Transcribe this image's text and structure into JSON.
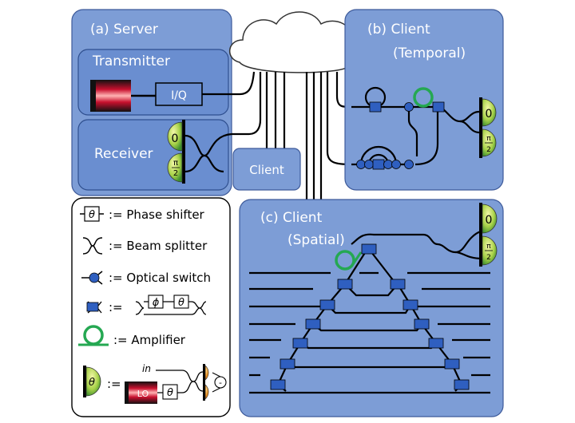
{
  "server": {
    "label": "(a) Server",
    "transmitter": {
      "label": "Transmitter",
      "iq_label": "I/Q"
    },
    "receiver": {
      "label": "Receiver",
      "det_top": "0",
      "det_bot_num": "π",
      "det_bot_den": "2"
    }
  },
  "cloud": {
    "client_box_label": "Client"
  },
  "client_b": {
    "label": "(b) Client",
    "sublabel": "(Temporal)",
    "det_top": "0",
    "det_bot_num": "π",
    "det_bot_den": "2"
  },
  "client_c": {
    "label": "(c) Client",
    "sublabel": "(Spatial)",
    "det_top": "0",
    "det_bot_num": "π",
    "det_bot_den": "2"
  },
  "legend": {
    "items": [
      {
        "symbol": "phase-shifter",
        "symbol_text": "θ",
        "text": ":= Phase shifter"
      },
      {
        "symbol": "beam-splitter",
        "symbol_text": "",
        "text": ":= Beam splitter"
      },
      {
        "symbol": "optical-switch",
        "symbol_text": "",
        "text": ":= Optical switch"
      },
      {
        "symbol": "mzi",
        "symbol_text": "",
        "text": ":="
      },
      {
        "symbol": "amplifier",
        "symbol_text": "",
        "text": ":= Amplifier"
      },
      {
        "symbol": "homodyne",
        "symbol_text": "θ",
        "text": ":="
      }
    ],
    "mzi_phi": "ϕ",
    "mzi_theta": "θ",
    "hd_in": "in",
    "hd_lo": "LO",
    "hd_theta": "θ",
    "hd_minus": "-"
  },
  "colors": {
    "panel": "#7d9dd6",
    "panel_inner": "#6c8fd0",
    "node": "#2f5fc0",
    "amplifier": "#25a852",
    "wire": "#000000"
  }
}
